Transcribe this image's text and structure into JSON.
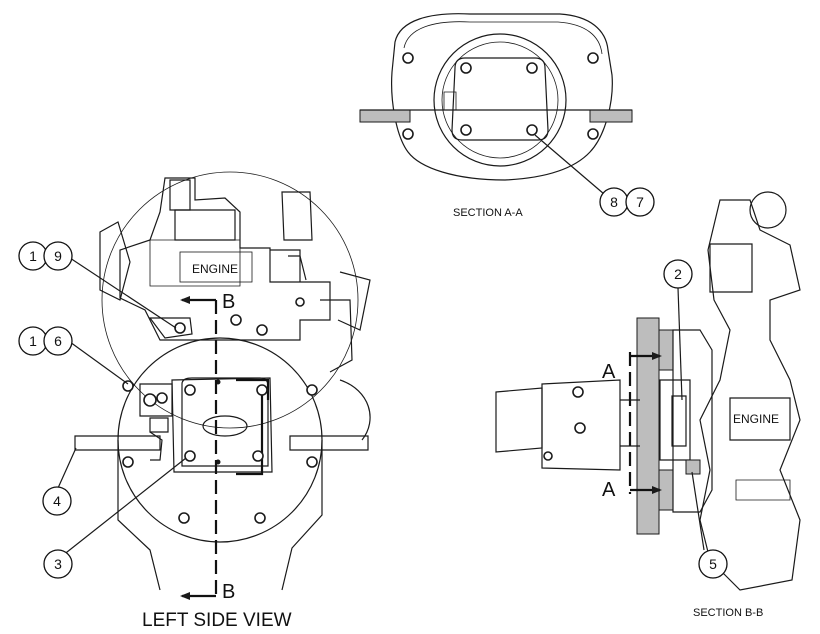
{
  "titles": {
    "left_view": "LEFT SIDE VIEW",
    "section_aa": "SECTION A-A",
    "section_bb": "SECTION B-B"
  },
  "engine_labels": {
    "left": "ENGINE",
    "right": "ENGINE"
  },
  "section_markers": {
    "b_top": "B",
    "b_bottom": "B",
    "a_top": "A",
    "a_bottom": "A"
  },
  "callouts": {
    "c19": {
      "digits": [
        "1",
        "9"
      ]
    },
    "c16": {
      "digits": [
        "1",
        "6"
      ]
    },
    "c4": {
      "digits": [
        "4"
      ]
    },
    "c3": {
      "digits": [
        "3"
      ]
    },
    "c87": {
      "digits": [
        "8",
        "7"
      ]
    },
    "c2": {
      "digits": [
        "2"
      ]
    },
    "c5": {
      "digits": [
        "5"
      ]
    }
  },
  "colors": {
    "line": "#1a1a1a",
    "background": "#ffffff",
    "hatch": "#bdbdbd"
  }
}
